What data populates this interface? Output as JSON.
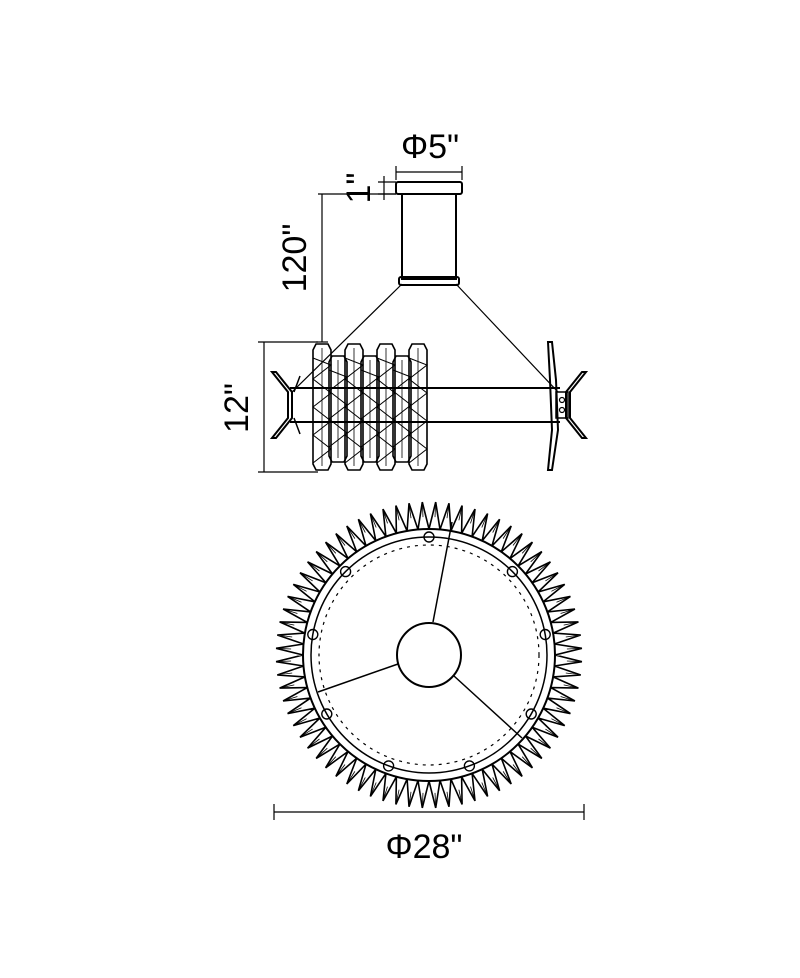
{
  "dimensions": {
    "canopy_diameter": "Φ5\"",
    "canopy_height": "1\"",
    "suspension_length": "120\"",
    "fixture_height": "12\"",
    "fixture_diameter": "Φ28\""
  },
  "colors": {
    "line": "#000000",
    "background": "#ffffff"
  }
}
